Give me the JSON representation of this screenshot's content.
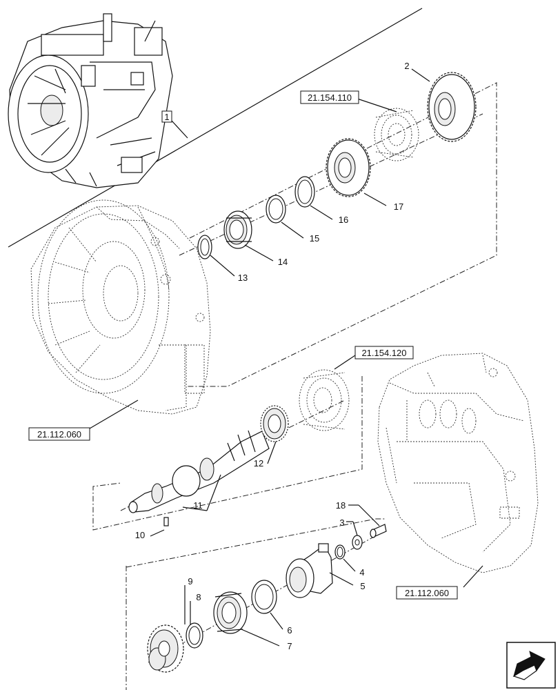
{
  "callouts": {
    "n1": "1",
    "n2": "2",
    "n3": "3",
    "n4": "4",
    "n5": "5",
    "n6": "6",
    "n7": "7",
    "n8": "8",
    "n9": "9",
    "n10": "10",
    "n11": "11",
    "n12": "12",
    "n13": "13",
    "n14": "14",
    "n15": "15",
    "n16": "16",
    "n17": "17",
    "n18": "18"
  },
  "references": {
    "sync_upper": "21.154.110",
    "sync_lower": "21.154.120",
    "housing_left": "21.112.060",
    "housing_right": "21.112.060"
  },
  "icons": {
    "nav": "next-page-arrow-icon"
  }
}
